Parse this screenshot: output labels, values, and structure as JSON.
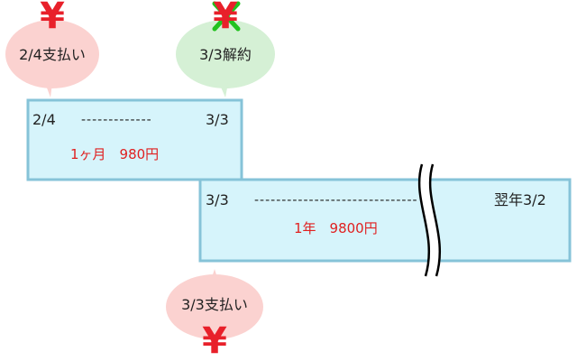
{
  "events": {
    "pay_first": {
      "label": "2/4支払い",
      "icon": "yen-icon"
    },
    "cancel": {
      "label": "3/3解約",
      "icon": "yen-crossed-icon"
    },
    "pay_second": {
      "label": "3/3支払い",
      "icon": "yen-icon"
    }
  },
  "yen_symbol": "¥",
  "plans": {
    "monthly": {
      "start": "2/4",
      "end": "3/3",
      "dashes": "-------------",
      "price": "1ヶ月　980円"
    },
    "yearly": {
      "start": "3/3",
      "end": "翌年3/2",
      "dashes": "------------------------------",
      "price": "1年　9800円"
    }
  },
  "colors": {
    "box_fill": "#d6f4fb",
    "box_border": "#86c3d8",
    "pay_bubble": "#fbd2d0",
    "cancel_bubble": "#d5f0d5",
    "price_text": "#e02020",
    "yen": "#e8202a",
    "cross": "#22c21f"
  }
}
